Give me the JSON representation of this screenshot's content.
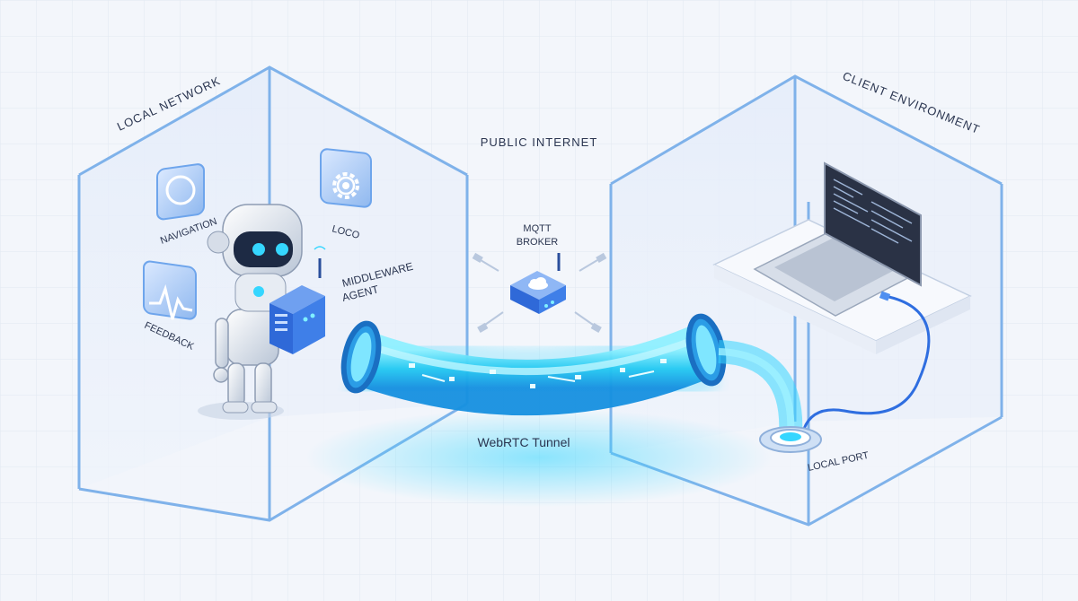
{
  "zones": {
    "local_network": "LOCAL NETWORK",
    "public_internet": "PUBLIC INTERNET",
    "client_environment": "CLIENT ENVIRONMENT"
  },
  "modules": {
    "navigation": "NAVIGATION",
    "loco": "LOCO",
    "feedback": "FEEDBACK"
  },
  "agent": {
    "line1": "MIDDLEWARE",
    "line2": "AGENT"
  },
  "broker": {
    "line1": "MQTT",
    "line2": "BROKER"
  },
  "tunnel": {
    "label": "WebRTC Tunnel"
  },
  "port": {
    "label": "LOCAL PORT"
  },
  "colors": {
    "accent": "#1fc8f0",
    "box_edge": "#7fb2ea",
    "text": "#2a3550",
    "background": "#f3f6fb"
  },
  "icons": [
    "compass-icon",
    "gear-icon",
    "pulse-icon",
    "robot-icon",
    "router-icon",
    "cloud-icon",
    "laptop-icon"
  ]
}
